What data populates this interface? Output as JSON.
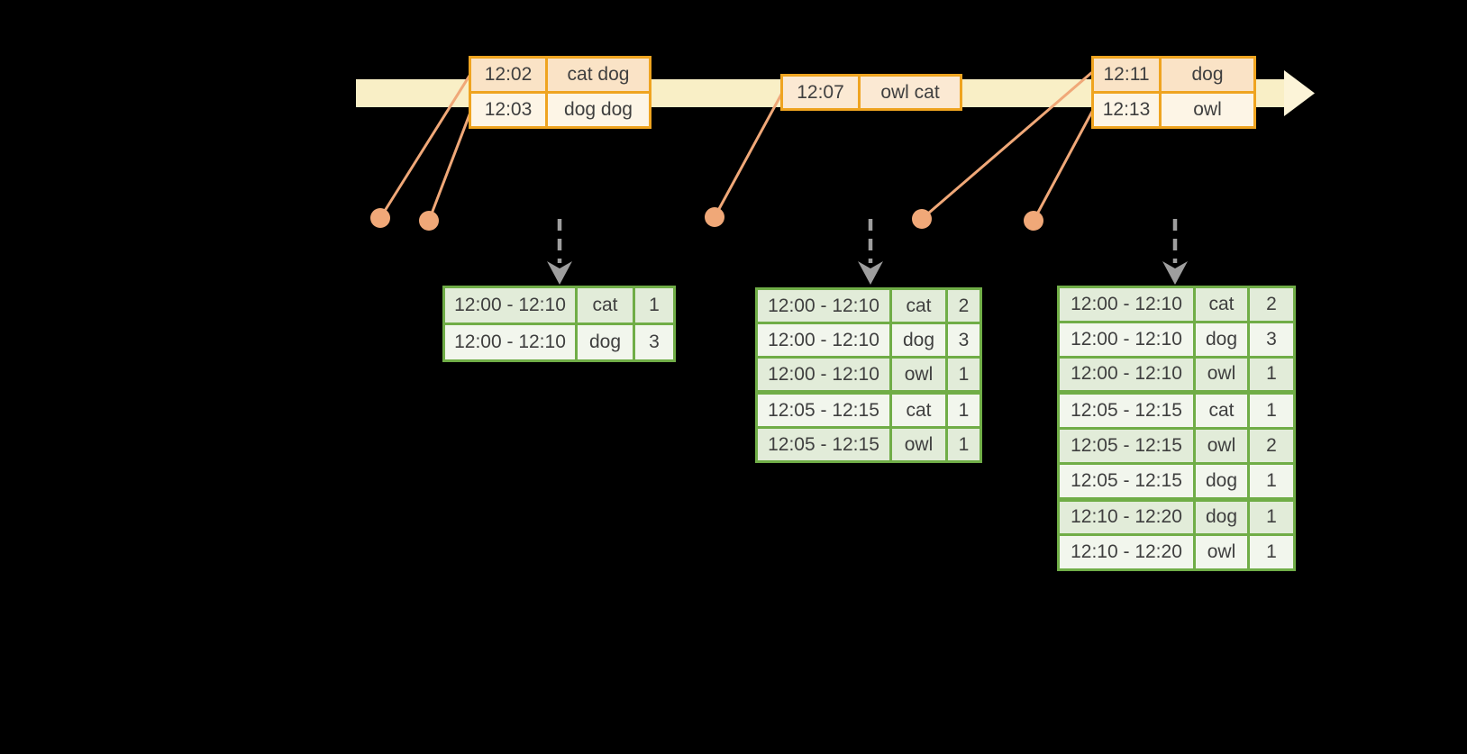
{
  "colors": {
    "background": "#000000",
    "timeline_band": "#F9EFC6",
    "timeline_arrowhead": "#FCF4D8",
    "event_table_border": "#EFA420",
    "event_row_peach": "#FAE3C6",
    "event_row_cream": "#FDF5E6",
    "event_row_light_peach": "#FBE9D3",
    "connector_orange": "#F0A878",
    "trigger_arrow_gray": "#9E9E9E",
    "result_table_border": "#70AD47",
    "result_row_green": "#E2ECD9",
    "result_row_light": "#F2F6ED",
    "text": "#3F3F3F"
  },
  "event_tables": [
    {
      "rows": [
        {
          "time": "12:02",
          "words": "cat dog"
        },
        {
          "time": "12:03",
          "words": "dog dog"
        }
      ]
    },
    {
      "rows": [
        {
          "time": "12:07",
          "words": "owl cat"
        }
      ]
    },
    {
      "rows": [
        {
          "time": "12:11",
          "words": "dog"
        },
        {
          "time": "12:13",
          "words": "owl"
        }
      ]
    }
  ],
  "result_tables": [
    {
      "rows": [
        {
          "window": "12:00 - 12:10",
          "word": "cat",
          "count": "1"
        },
        {
          "window": "12:00 - 12:10",
          "word": "dog",
          "count": "3"
        }
      ]
    },
    {
      "rows": [
        {
          "window": "12:00 - 12:10",
          "word": "cat",
          "count": "2"
        },
        {
          "window": "12:00 - 12:10",
          "word": "dog",
          "count": "3"
        },
        {
          "window": "12:00 - 12:10",
          "word": "owl",
          "count": "1"
        },
        {
          "window": "12:05 - 12:15",
          "word": "cat",
          "count": "1"
        },
        {
          "window": "12:05 - 12:15",
          "word": "owl",
          "count": "1"
        }
      ]
    },
    {
      "rows": [
        {
          "window": "12:00 - 12:10",
          "word": "cat",
          "count": "2"
        },
        {
          "window": "12:00 - 12:10",
          "word": "dog",
          "count": "3"
        },
        {
          "window": "12:00 - 12:10",
          "word": "owl",
          "count": "1"
        },
        {
          "window": "12:05 - 12:15",
          "word": "cat",
          "count": "1"
        },
        {
          "window": "12:05 - 12:15",
          "word": "owl",
          "count": "2"
        },
        {
          "window": "12:05 - 12:15",
          "word": "dog",
          "count": "1"
        },
        {
          "window": "12:10 - 12:20",
          "word": "dog",
          "count": "1"
        },
        {
          "window": "12:10 - 12:20",
          "word": "owl",
          "count": "1"
        }
      ]
    }
  ]
}
